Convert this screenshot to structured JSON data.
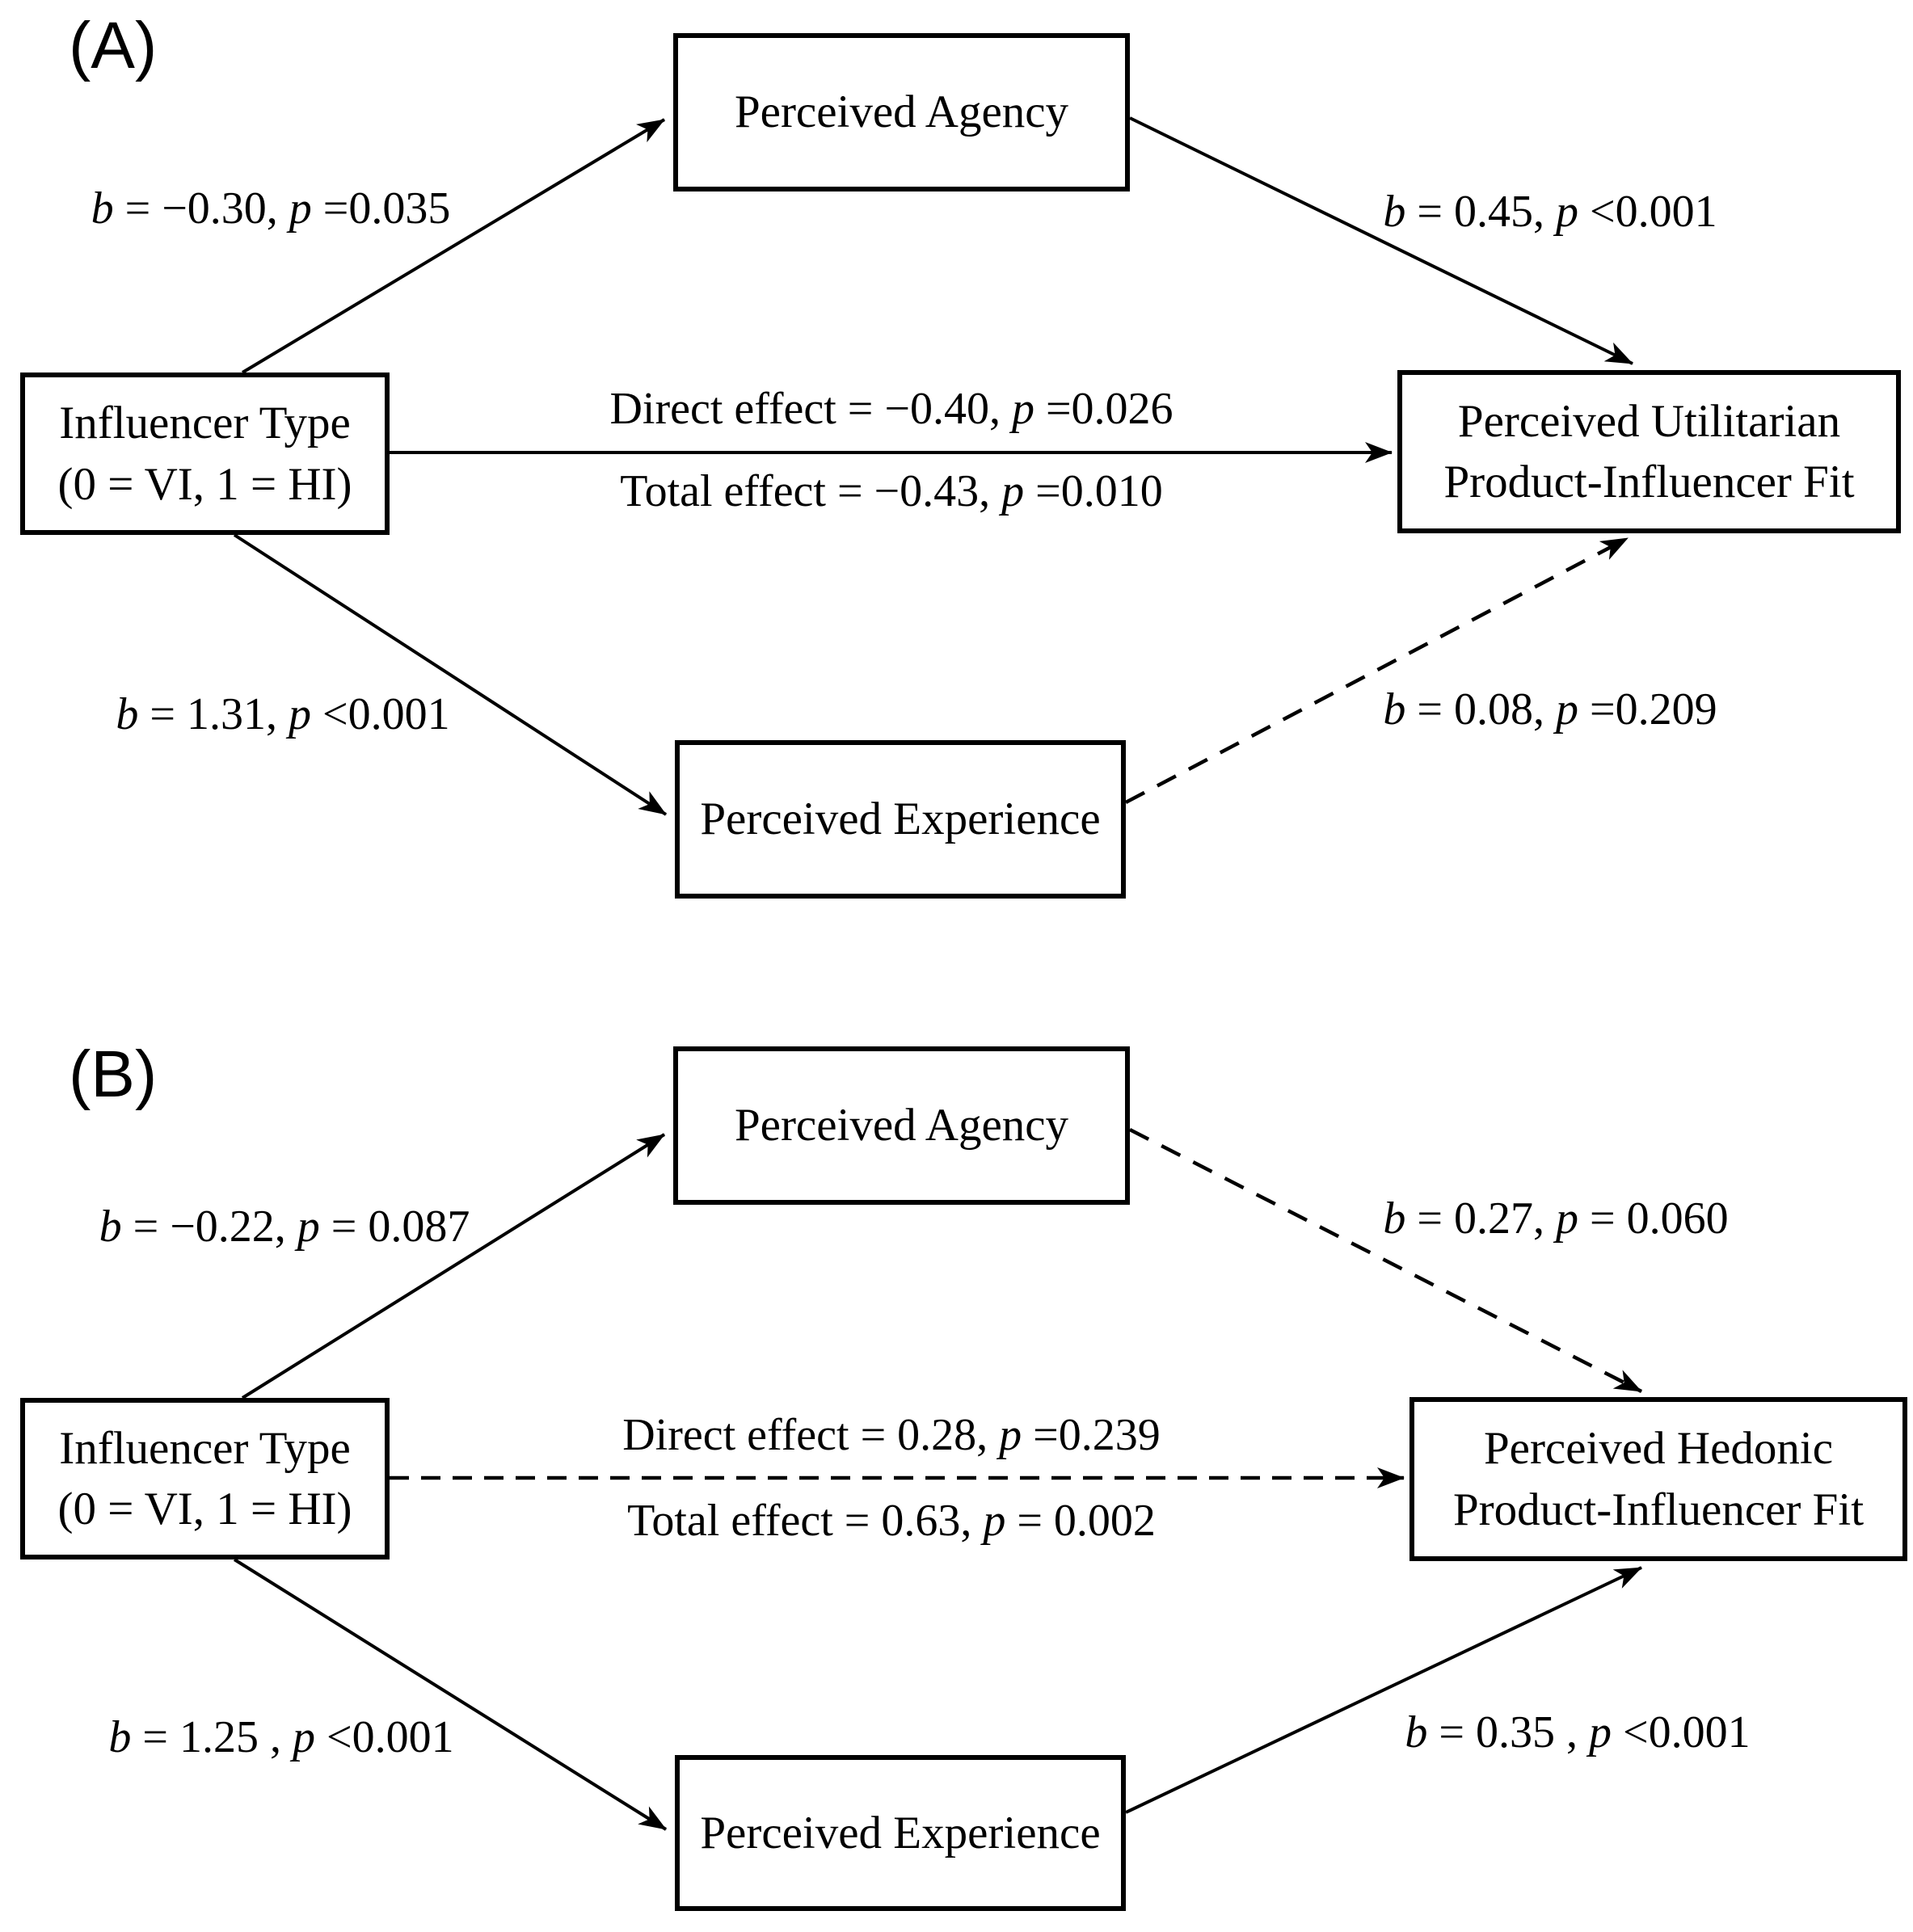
{
  "figure": {
    "type": "mediation-path-diagram",
    "background_color": "#ffffff",
    "line_color": "#000000"
  },
  "panels": [
    {
      "id": "A",
      "label": "(A)",
      "nodes": {
        "predictor": {
          "line1": "Influencer Type",
          "line2": "(0 = VI, 1 = HI)"
        },
        "mediator_top": {
          "line1": "Perceived Agency"
        },
        "mediator_bottom": {
          "line1": "Perceived Experience"
        },
        "outcome": {
          "line1": "Perceived Utilitarian",
          "line2": "Product-Influencer Fit"
        }
      },
      "edges": {
        "to_agency": {
          "b": "b",
          "mid": " = −0.30, ",
          "p": "p",
          "end": " =0.035"
        },
        "agency_to_outcome": {
          "b": "b",
          "mid": " = 0.45, ",
          "p": "p",
          "end": " <0.001"
        },
        "direct": {
          "prefix": "Direct effect = −0.40, ",
          "p": "p",
          "end": " =0.026"
        },
        "total": {
          "prefix": "Total effect = −0.43, ",
          "p": "p",
          "end": " =0.010"
        },
        "to_experience": {
          "b": "b",
          "mid": " = 1.31, ",
          "p": "p",
          "end": " <0.001"
        },
        "experience_to_outcome": {
          "b": "b",
          "mid": " = 0.08, ",
          "p": "p",
          "end": " =0.209"
        }
      }
    },
    {
      "id": "B",
      "label": "(B)",
      "nodes": {
        "predictor": {
          "line1": "Influencer Type",
          "line2": "(0 = VI, 1 = HI)"
        },
        "mediator_top": {
          "line1": "Perceived Agency"
        },
        "mediator_bottom": {
          "line1": "Perceived Experience"
        },
        "outcome": {
          "line1": "Perceived Hedonic",
          "line2": "Product-Influencer Fit"
        }
      },
      "edges": {
        "to_agency": {
          "b": "b",
          "mid": " = −0.22, ",
          "p": "p",
          "end": " = 0.087"
        },
        "agency_to_outcome": {
          "b": "b",
          "mid": " = 0.27, ",
          "p": "p",
          "end": " = 0.060"
        },
        "direct": {
          "prefix": "Direct effect = 0.28, ",
          "p": "p",
          "end": " =0.239"
        },
        "total": {
          "prefix": "Total effect = 0.63, ",
          "p": "p",
          "end": " = 0.002"
        },
        "to_experience": {
          "b": "b",
          "mid": " = 1.25 , ",
          "p": "p",
          "end": " <0.001"
        },
        "experience_to_outcome": {
          "b": "b",
          "mid": " = 0.35 , ",
          "p": "p",
          "end": " <0.001"
        }
      }
    }
  ]
}
